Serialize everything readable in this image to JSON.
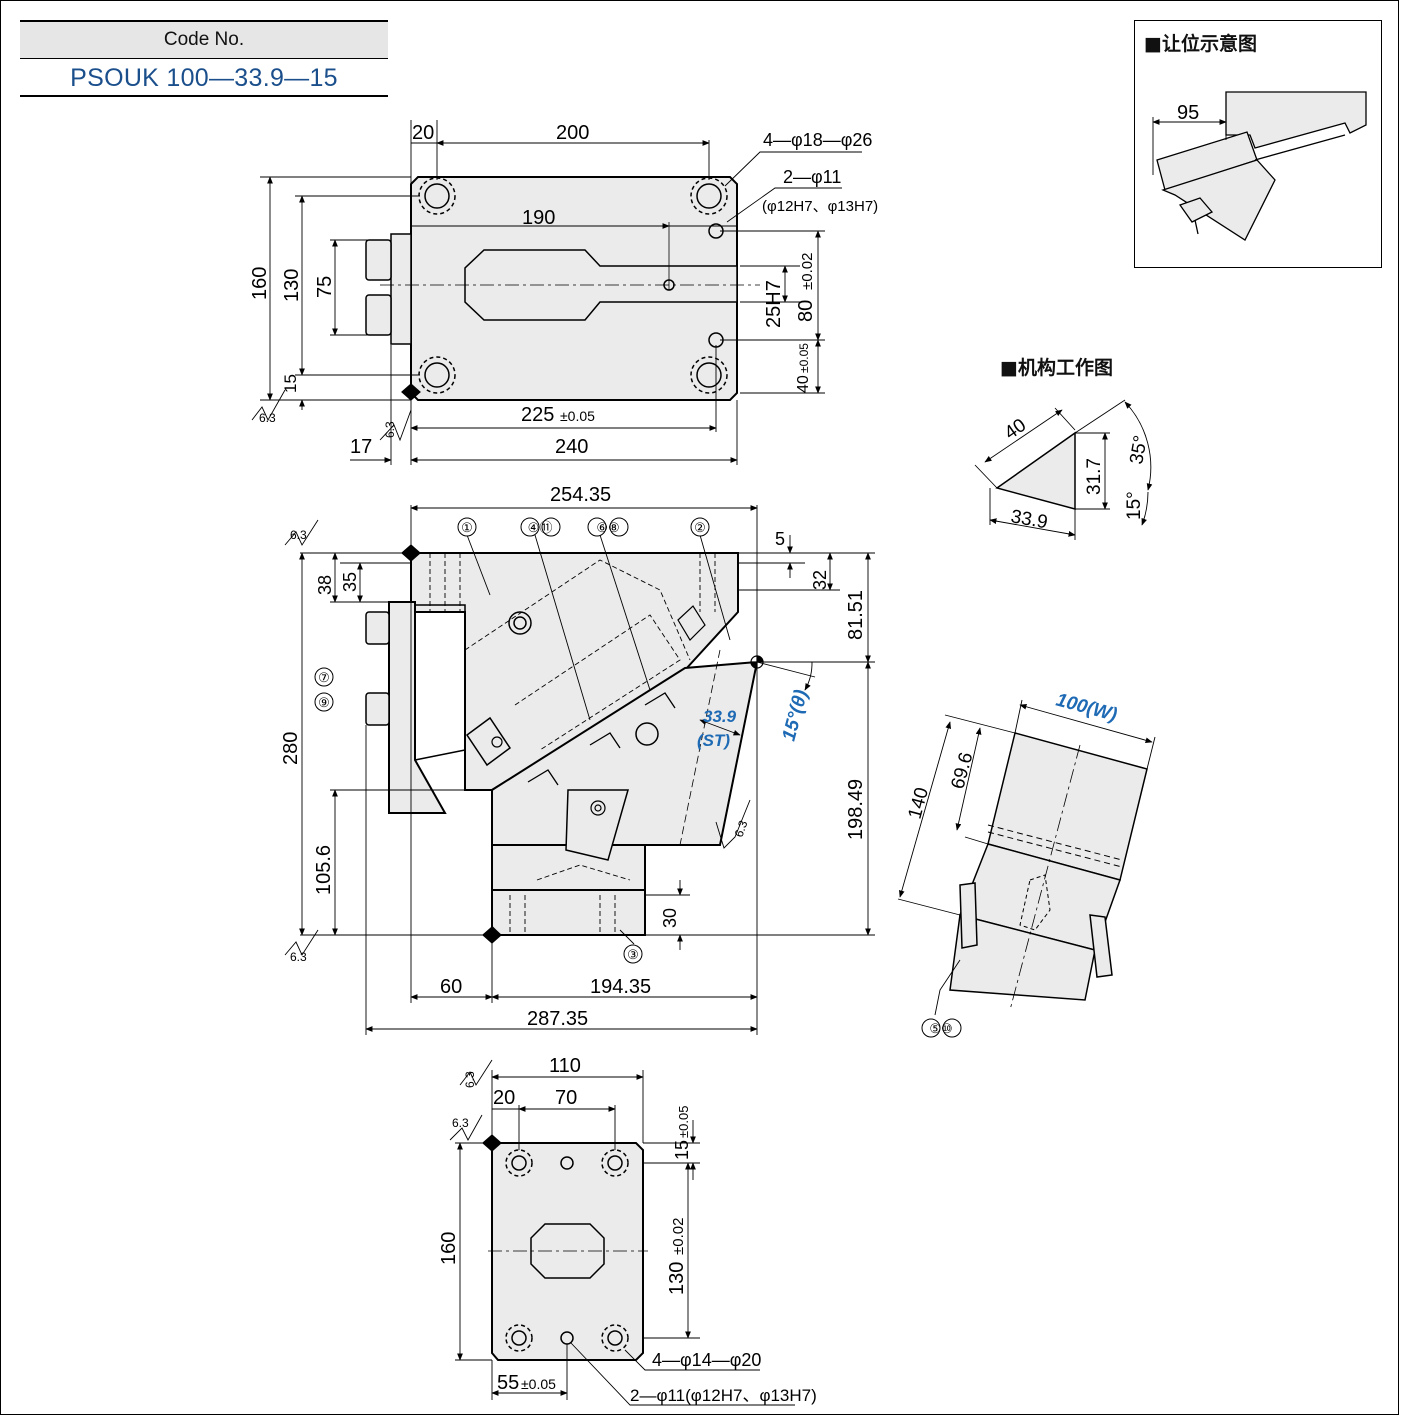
{
  "code_label": "Code No.",
  "code_value": "PSOUK 100—33.9—15",
  "captions": {
    "clearance": "■让位示意图",
    "mechanism": "■机构工作图"
  },
  "top_view": {
    "d20": "20",
    "d200": "200",
    "d190": "190",
    "d160": "160",
    "d130": "130",
    "d75": "75",
    "d15": "15",
    "d17": "17",
    "d225": "225",
    "tol005": "±0.05",
    "d240": "240",
    "d25h7": "25H7",
    "d80": "80",
    "tol002": "±0.02",
    "d40": "40",
    "holes_a": "4—φ18—φ26",
    "holes_b": "2—φ11",
    "holes_b_tol": "(φ12H7、φ13H7)",
    "rough1": "6.3",
    "rough2": "6.3"
  },
  "front_view": {
    "d25435": "254.35",
    "d5": "5",
    "d32": "32",
    "d8151": "81.51",
    "d38": "38",
    "d35": "35",
    "d280": "280",
    "d1056": "105.6",
    "d19849": "198.49",
    "d30": "30",
    "d60": "60",
    "d19435": "194.35",
    "d28735": "287.35",
    "stroke": "33.9",
    "stroke_lbl": "(ST)",
    "angle": "15°(θ)",
    "p1": "①",
    "p2": "②",
    "p3": "③",
    "p4": "④⑪",
    "p5": "⑥⑧",
    "p6": "⑦",
    "p7": "⑨",
    "rough1": "6.3",
    "rough2": "6.3",
    "rough3": "6.3"
  },
  "bottom_view": {
    "d110": "110",
    "d20": "20",
    "d70": "70",
    "d15": "15",
    "tol005": "±0.05",
    "d160": "160",
    "d130": "130",
    "tol002": "±0.02",
    "d55": "55",
    "holes_a": "4—φ14—φ20",
    "holes_b": "2—φ11(φ12H7、φ13H7)",
    "rough1": "6.3",
    "rough2": "6.3"
  },
  "mechanism": {
    "d40": "40",
    "d317": "31.7",
    "d339": "33.9",
    "a35": "35°",
    "a15": "15°"
  },
  "clearance": {
    "d95": "95"
  },
  "iso_view": {
    "width": "100(W)",
    "d140": "140",
    "d696": "69.6",
    "parts": "⑤⑩"
  },
  "colors": {
    "accent": "#1e6ab4",
    "body_fill": "#ebebeb"
  }
}
